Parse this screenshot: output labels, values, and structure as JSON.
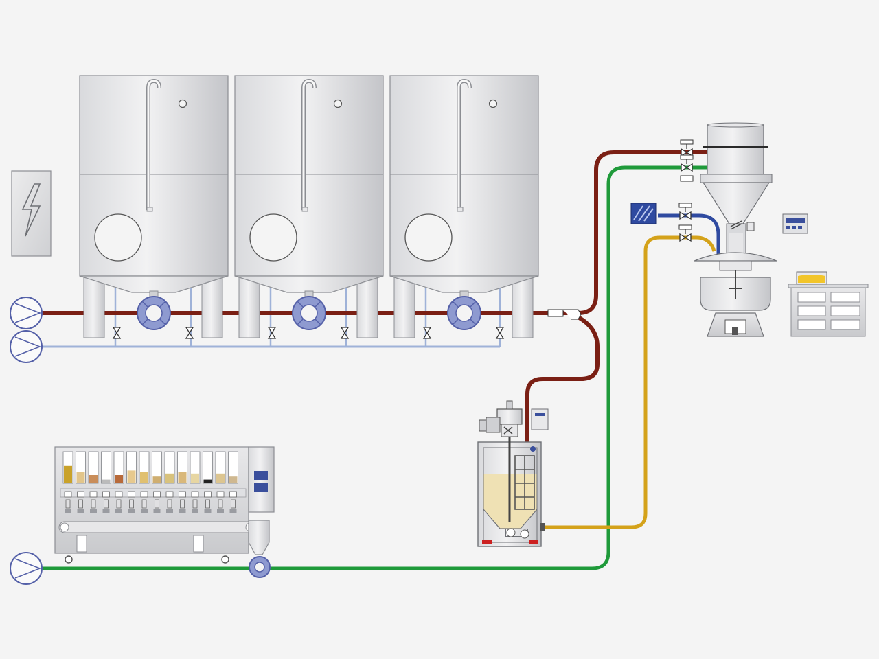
{
  "diagram": {
    "kind": "process-plant-schematic",
    "colors": {
      "background": "#f4f4f4",
      "steel_light": "#eeeeef",
      "steel_mid": "#cfd0d3",
      "steel_dark": "#9a9ca1",
      "outline": "#8c8e93",
      "pipe_red": "#7a1f14",
      "pipe_green": "#1f9a3a",
      "pipe_yellow": "#d4a21a",
      "pipe_blue": "#2f4aa0",
      "pipe_lightblue": "#9fb2d8",
      "pump_blue": "#8e9ad0",
      "pump_ring": "#5460a8",
      "liquid": "#efe1b4",
      "accent_red": "#cc2020"
    },
    "components": {
      "tanks": [
        {
          "id": "tank-1",
          "icon": "storage-tank"
        },
        {
          "id": "tank-2",
          "icon": "storage-tank"
        },
        {
          "id": "tank-3",
          "icon": "storage-tank"
        }
      ],
      "pumps_left": [
        {
          "id": "pump-red-line",
          "icon": "pump-icon"
        },
        {
          "id": "pump-blue-line",
          "icon": "pump-icon"
        },
        {
          "id": "pump-green-line",
          "icon": "pump-icon"
        }
      ],
      "control_box": {
        "icon": "high-voltage-icon"
      },
      "mixing_vessel": {
        "icon": "agitator-vessel"
      },
      "hopper_unit": {
        "icon": "hopper-dispenser"
      },
      "filling_machine": {
        "icon": "tube-filling-machine",
        "tubes": 14
      },
      "panel_display": {
        "icon": "control-panel-icon"
      },
      "workbench": {
        "icon": "workbench-with-bowl"
      }
    }
  }
}
